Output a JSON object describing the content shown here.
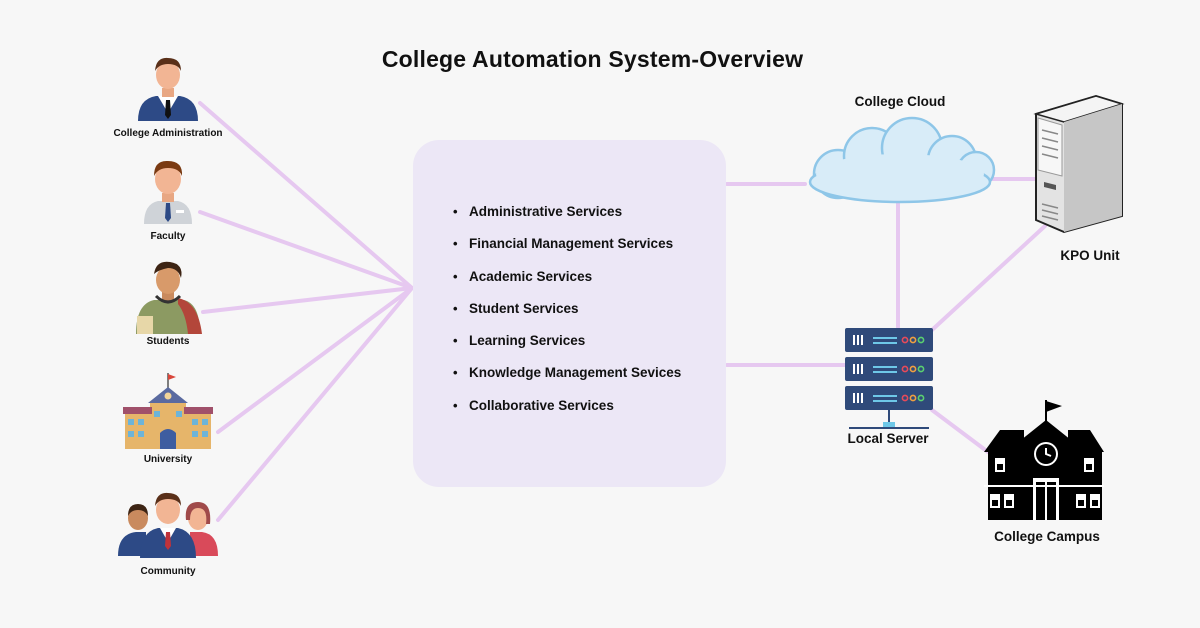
{
  "title": "College Automation System-Overview",
  "actors": [
    {
      "label": "College Administration",
      "icon": "administrator-icon"
    },
    {
      "label": "Faculty",
      "icon": "faculty-icon"
    },
    {
      "label": "Students",
      "icon": "student-icon"
    },
    {
      "label": "University",
      "icon": "university-building-icon"
    },
    {
      "label": "Community",
      "icon": "community-group-icon"
    }
  ],
  "services": [
    "Administrative Services",
    "Financial Management Services",
    "Academic Services",
    "Student Services",
    "Learning Services",
    "Knowledge Management Sevices",
    "Collaborative Services"
  ],
  "nodes": {
    "cloud": {
      "label": "College Cloud",
      "icon": "cloud-icon"
    },
    "kpo": {
      "label": "KPO Unit",
      "icon": "server-tower-icon"
    },
    "server": {
      "label": "Local Server",
      "icon": "server-rack-icon"
    },
    "campus": {
      "label": "College Campus",
      "icon": "school-building-icon"
    }
  },
  "colors": {
    "connector": "#e6c8f0",
    "panel": "#ece7f6",
    "background": "#f7f7f7"
  }
}
